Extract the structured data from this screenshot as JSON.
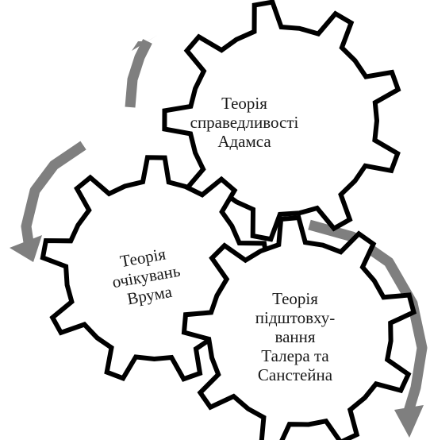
{
  "diagram": {
    "colors": {
      "gear_fill": "#ffffff",
      "gear_stroke": "#000000",
      "arrow": "#7f7f7f",
      "text": "#1a1a1a"
    },
    "gears": [
      {
        "id": "adams",
        "lines": [
          "Теорія",
          "справедливості",
          "Адамса"
        ]
      },
      {
        "id": "vroom",
        "lines": [
          "Теорія",
          "очікувань",
          "Врума"
        ]
      },
      {
        "id": "thaler",
        "lines": [
          "Теорія",
          "підштовху-",
          "вання",
          "Талера та",
          "Санстейна"
        ]
      }
    ],
    "cycle_arrows": [
      {
        "id": "arrow-top-left",
        "direction": "clockwise"
      },
      {
        "id": "arrow-left",
        "direction": "counterclockwise"
      },
      {
        "id": "arrow-right",
        "direction": "clockwise"
      }
    ]
  }
}
